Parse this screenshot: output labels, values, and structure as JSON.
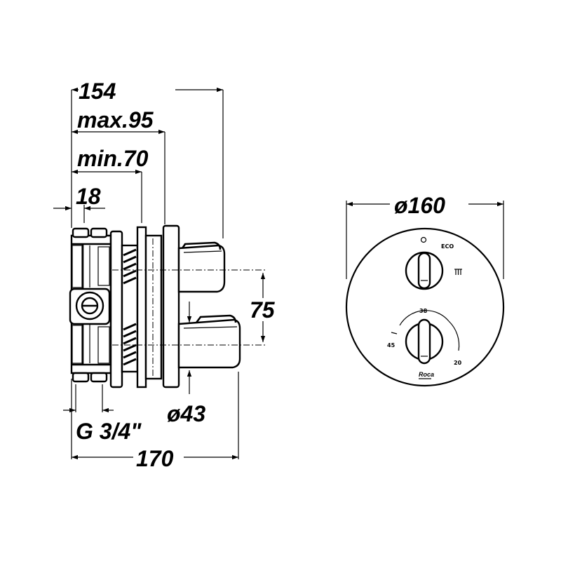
{
  "side_view": {
    "dimensions": {
      "total_depth": "154",
      "max_depth": "max.95",
      "min_depth": "min.70",
      "wall": "18",
      "spacing": "75",
      "diameter": "ø43",
      "connection": "G 3/4\"",
      "height": "170"
    }
  },
  "front_view": {
    "diameter": "ø160",
    "eco_label": "ECO",
    "temperature_marks": [
      "38",
      "45",
      "20"
    ],
    "brand": "Roca"
  }
}
